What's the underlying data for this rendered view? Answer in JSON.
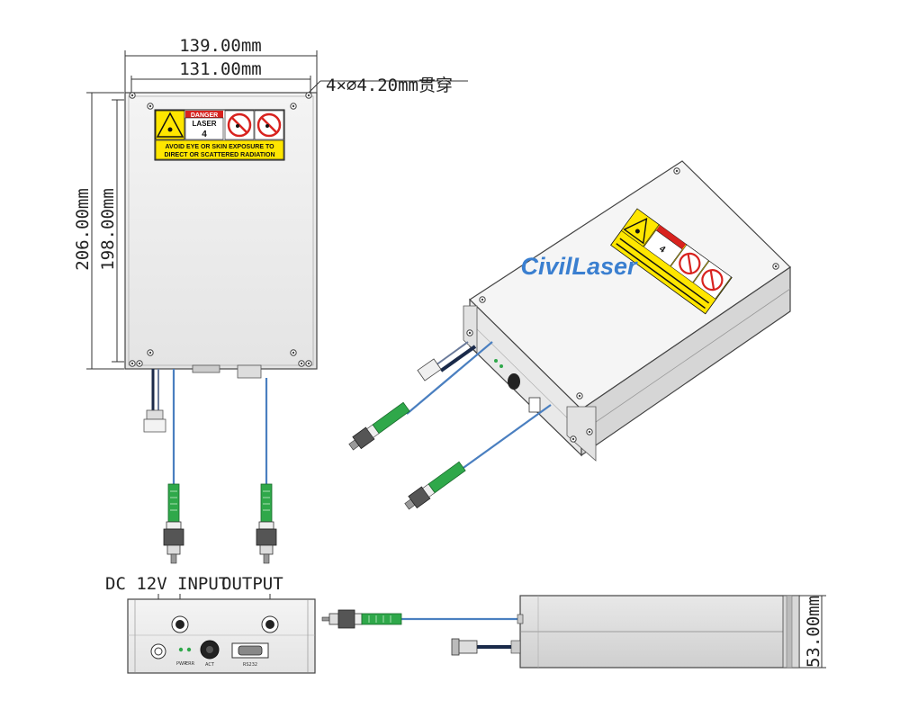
{
  "dimensions": {
    "outer_width": "139.00mm",
    "inner_width": "131.00mm",
    "holes": "4×∅4.20mm贯穿",
    "outer_height": "206.00mm",
    "inner_height": "198.00mm",
    "depth": "53.00mm"
  },
  "connector_labels": {
    "dc": "DC 12V",
    "input": "INPUT",
    "output": "OUTPUT"
  },
  "front_panel": {
    "pwr": "PWR",
    "err": "ERR",
    "act": "ACT",
    "rs232": "RS232"
  },
  "warning_label": {
    "danger": "DANGER",
    "laser": "LASER",
    "class": "4",
    "line1": "AVOID EYE OR SKIN EXPOSURE TO",
    "line2": "DIRECT OR SCATTERED RADIATION"
  },
  "brand": {
    "name": "CivilLaser",
    "color": "#3a7fd0"
  },
  "colors": {
    "fiber": "#4a7fc0",
    "connector_green": "#2fa84a",
    "label_yellow": "#ffe600",
    "danger_red": "#d8231f"
  }
}
